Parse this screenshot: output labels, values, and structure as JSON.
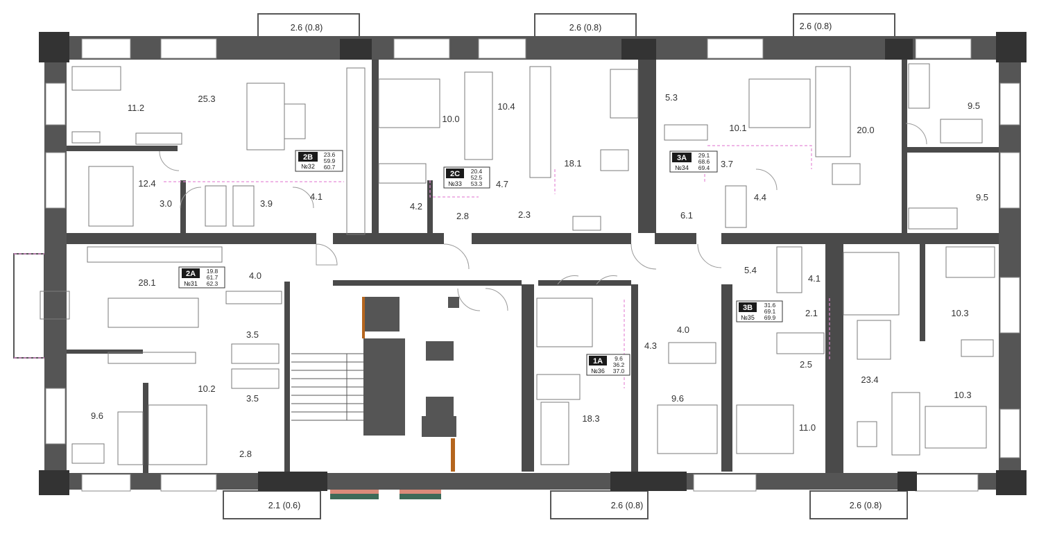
{
  "colors": {
    "wall": "#4a4a4a",
    "outer_wall": "#555555",
    "column": "#333333",
    "background": "#ffffff",
    "dashed_boundary": "#e58ad6",
    "apartment_badge": "#1a1a1a",
    "badge_text": "#ffffff",
    "door_accent": "#b5651d",
    "window_accent": "#d98b7a"
  },
  "balconies": {
    "top_left": "2.6 (0.8)",
    "top_center": "2.6 (0.8)",
    "top_right": "2.6 (0.8)",
    "bottom_left": "2.1 (0.6)",
    "bottom_center": "2.6 (0.8)",
    "bottom_right": "2.6 (0.8)"
  },
  "apartments": [
    {
      "code": "2B",
      "number": "№32",
      "areas": [
        "23.6",
        "59.9",
        "60.7"
      ]
    },
    {
      "code": "2C",
      "number": "№33",
      "areas": [
        "20.4",
        "52.5",
        "53.3"
      ]
    },
    {
      "code": "3A",
      "number": "№34",
      "areas": [
        "29.1",
        "68.6",
        "69.4"
      ]
    },
    {
      "code": "2A",
      "number": "№31",
      "areas": [
        "19.8",
        "61.7",
        "62.3"
      ]
    },
    {
      "code": "3B",
      "number": "№35",
      "areas": [
        "31.6",
        "69.1",
        "69.9"
      ]
    },
    {
      "code": "1A",
      "number": "№36",
      "areas": [
        "9.6",
        "36.2",
        "37.0"
      ]
    }
  ],
  "rooms": [
    "11.2",
    "25.3",
    "12.4",
    "3.0",
    "3.9",
    "4.1",
    "10.0",
    "10.4",
    "4.7",
    "4.2",
    "2.8",
    "2.3",
    "18.1",
    "5.3",
    "10.1",
    "20.0",
    "9.5",
    "3.7",
    "4.4",
    "6.1",
    "9.5",
    "28.1",
    "4.0",
    "3.5",
    "10.2",
    "3.5",
    "9.6",
    "2.8",
    "18.3",
    "4.3",
    "4.0",
    "9.6",
    "5.4",
    "4.1",
    "2.1",
    "10.3",
    "2.5",
    "11.0",
    "23.4",
    "10.3"
  ]
}
